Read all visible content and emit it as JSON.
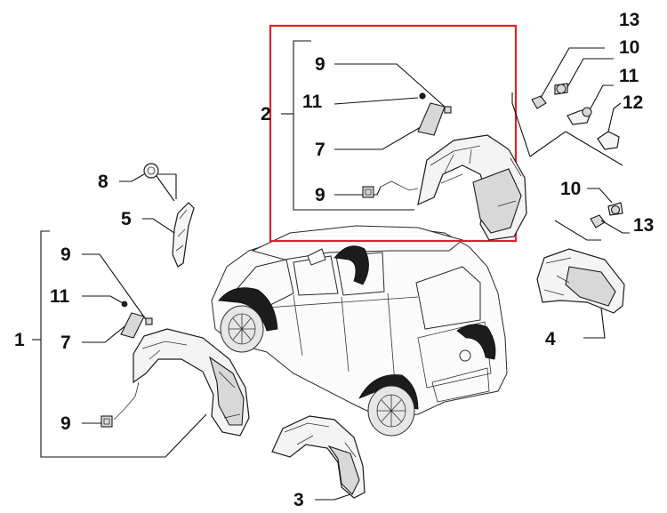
{
  "callouts": {
    "c1": "1",
    "c2": "2",
    "c3": "3",
    "c4": "4",
    "c5": "5",
    "c7_front": "7",
    "c7_box": "7",
    "c8": "8",
    "c9_front_top": "9",
    "c9_front_bottom": "9",
    "c9_box_top": "9",
    "c9_box_bottom": "9",
    "c10_top": "10",
    "c10_mid": "10",
    "c11_front": "11",
    "c11_box": "11",
    "c11_right": "11",
    "c12": "12",
    "c13_top": "13",
    "c13_mid": "13"
  },
  "highlight_box": {
    "color": "#e0202a"
  }
}
